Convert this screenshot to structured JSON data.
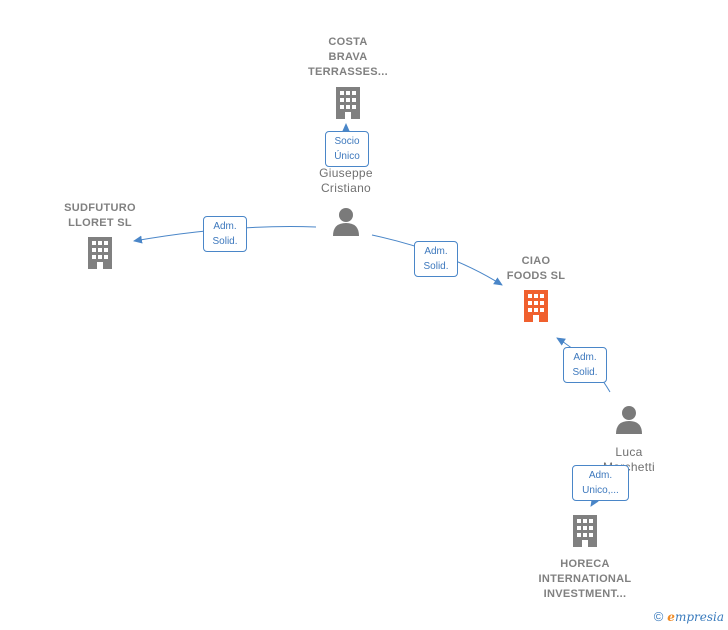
{
  "colors": {
    "company": "#808080",
    "company_main": "#f0602e",
    "person": "#7a7a7a",
    "edge": "#4a86c8"
  },
  "nodes": {
    "costa": {
      "lines": [
        "COSTA",
        "BRAVA",
        "TERRASSES..."
      ],
      "icon": "building-icon"
    },
    "sudfuturo": {
      "lines": [
        "SUDFUTURO",
        "LLORET  SL"
      ],
      "icon": "building-icon"
    },
    "ciao": {
      "lines": [
        "CIAO",
        "FOODS  SL"
      ],
      "icon": "building-icon"
    },
    "horeca": {
      "lines": [
        "HORECA",
        "INTERNATIONAL",
        "INVESTMENT..."
      ],
      "icon": "building-icon"
    },
    "giuseppe": {
      "lines": [
        "Giuseppe",
        "Cristiano"
      ],
      "icon": "person-icon"
    },
    "luca": {
      "lines": [
        "Luca",
        "Marchetti"
      ],
      "icon": "person-icon"
    }
  },
  "edges": {
    "giuseppe_costa": [
      "Socio",
      "Único"
    ],
    "giuseppe_sudfuturo": [
      "Adm.",
      "Solid."
    ],
    "giuseppe_ciao": [
      "Adm.",
      "Solid."
    ],
    "luca_ciao": [
      "Adm.",
      "Solid."
    ],
    "luca_horeca": [
      "Adm.",
      "Unico,..."
    ]
  },
  "footer": {
    "copyright": "©",
    "brand_first": "e",
    "brand_rest": "mpresia"
  }
}
